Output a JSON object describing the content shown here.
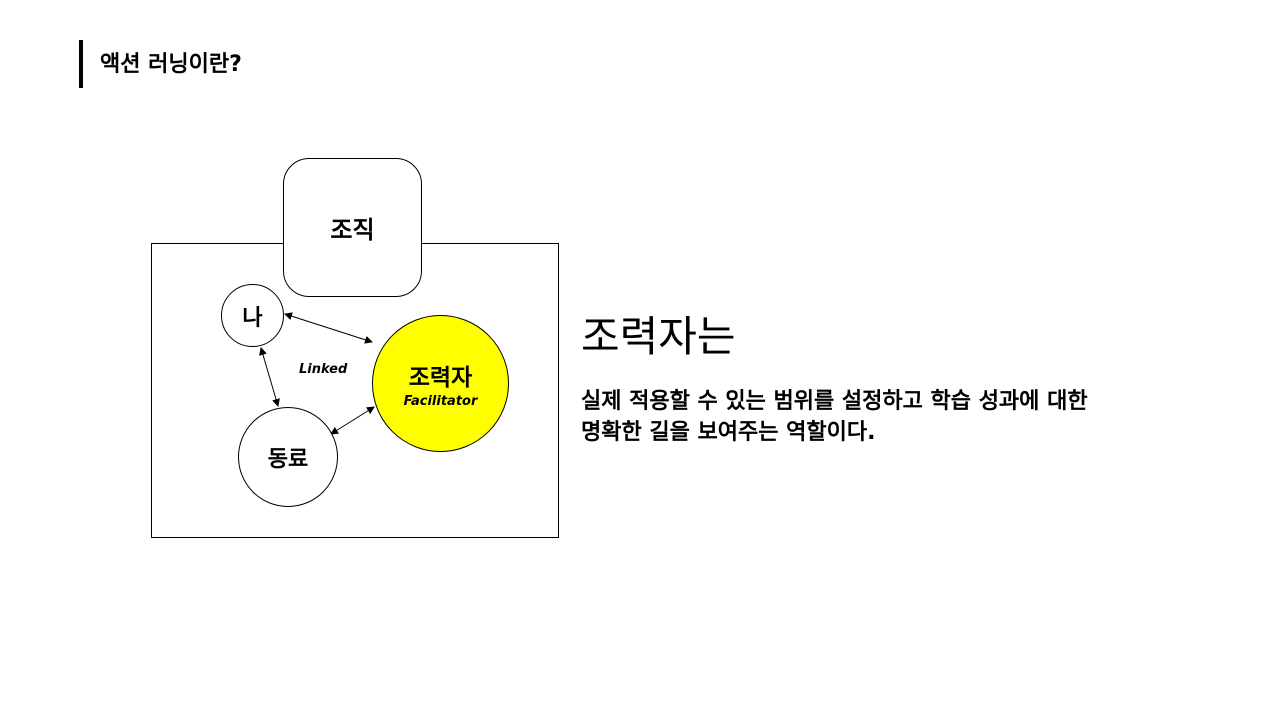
{
  "page": {
    "title": "액션 러닝이란?"
  },
  "diagram": {
    "organization": "조직",
    "me": "나",
    "peer": "동료",
    "facilitator": {
      "label": "조력자",
      "sub_label": "Facilitator",
      "color": "#ffff00"
    },
    "link_label": "Linked"
  },
  "content": {
    "heading": "조력자는",
    "description_lines": [
      "실제 적용할 수 있는 범위를 설정하고 학습 성과에 대한",
      "명확한 길을 보여주는 역할이다."
    ]
  }
}
